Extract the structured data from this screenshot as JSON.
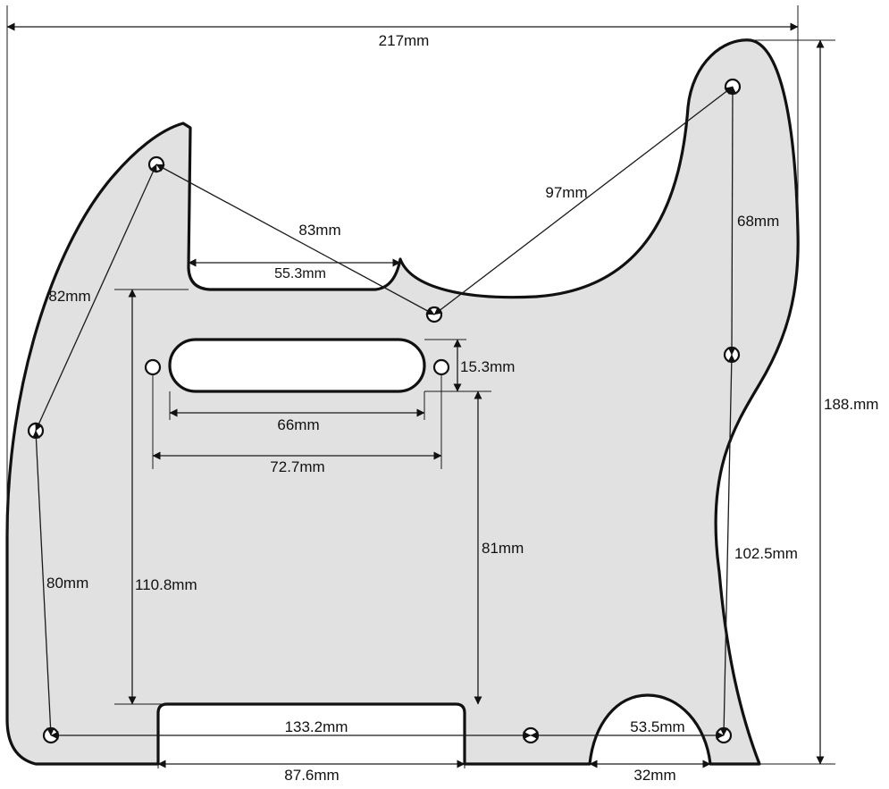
{
  "dimensions": {
    "overall_width": "217mm",
    "overall_height": "188.mm",
    "neck_pocket_width": "55.3mm",
    "top_left_to_center_hole": "83mm",
    "center_to_top_right_hole": "97mm",
    "left_screw_diagonal": "82mm",
    "right_top_vertical": "68mm",
    "pickup_slot_height": "15.3mm",
    "pickup_slot_length": "66mm",
    "pickup_mount_spacing": "72.7mm",
    "pickup_to_bottom": "81mm",
    "cavity_top_to_bottom": "110.8mm",
    "left_screw_vertical": "80mm",
    "right_lower_vertical": "102.5mm",
    "bottom_screw_span": "133.2mm",
    "bottom_right_span": "53.5mm",
    "bridge_cutout_width": "87.6mm",
    "bottom_notch_width": "32mm"
  },
  "colors": {
    "pickguard_fill": "#e1e1e1",
    "outline": "#111111",
    "background": "#ffffff"
  }
}
